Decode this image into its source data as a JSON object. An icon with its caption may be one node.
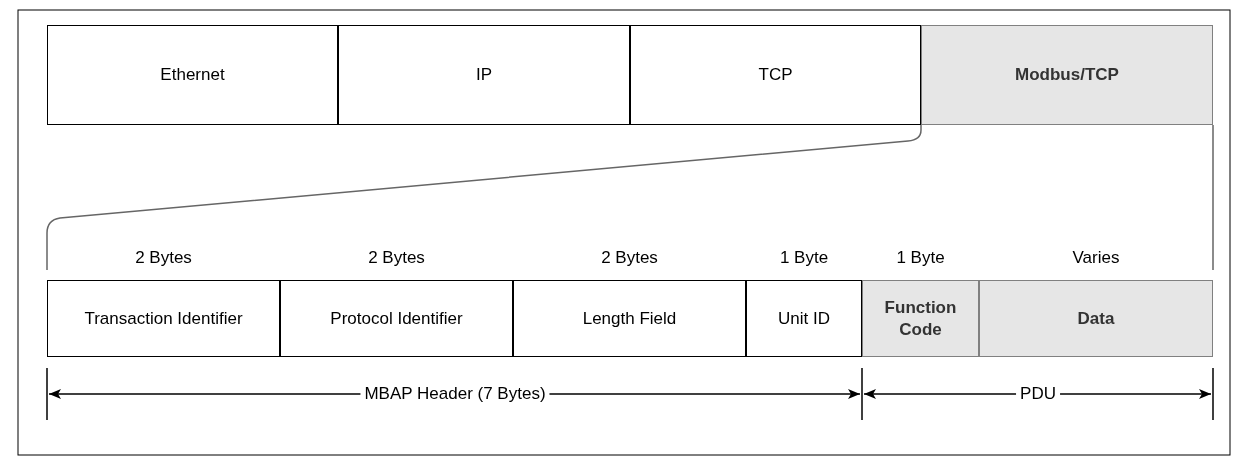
{
  "diagram": {
    "nodes": [
      {
        "text": [
          "Ethernet"
        ]
      },
      {
        "text": [
          "IP"
        ]
      },
      {
        "text": [
          "TCP"
        ]
      },
      {
        "text": [
          "Modbus/TCP"
        ]
      },
      {
        "text": [
          "Transaction Identifier"
        ],
        "beside": [
          "2 Bytes"
        ]
      },
      {
        "text": [
          "Protocol Identifier"
        ],
        "beside": [
          "2 Bytes"
        ]
      },
      {
        "text": [
          "Length Field"
        ],
        "beside": [
          "2 Bytes"
        ]
      },
      {
        "text": [
          "Unit ID"
        ],
        "beside": [
          "1 Byte"
        ]
      },
      {
        "text": [
          "Function Code"
        ],
        "beside": [
          "1 Byte"
        ]
      },
      {
        "text": [
          "Data"
        ],
        "beside": [
          "Varies"
        ]
      }
    ],
    "edges": [],
    "labels": [
      "MBAP Header (7 Bytes)",
      "PDU"
    ]
  }
}
